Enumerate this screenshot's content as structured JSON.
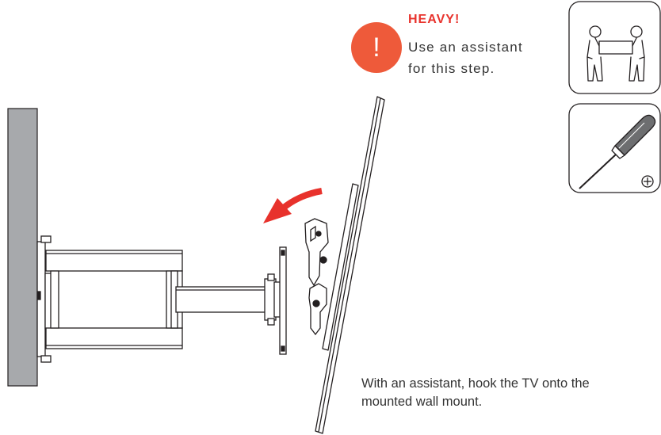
{
  "warning": {
    "title": "HEAVY!",
    "lines": [
      "Use an assistant",
      "for this step."
    ],
    "badge_glyph": "!",
    "badge_color": "#ee5a3a",
    "title_color": "#e8322c"
  },
  "instruction": {
    "lines": [
      "With an assistant, hook the TV onto the",
      "mounted wall mount."
    ]
  },
  "icons": {
    "people": "two-people-carrying-icon",
    "tool": "phillips-screwdriver-icon",
    "tool_badge": "phillips-head-icon",
    "arrow": "curved-arrow-icon"
  },
  "colors": {
    "wall": "#a7a9ac",
    "arrow": "#e8322c",
    "line": "#231f20"
  }
}
